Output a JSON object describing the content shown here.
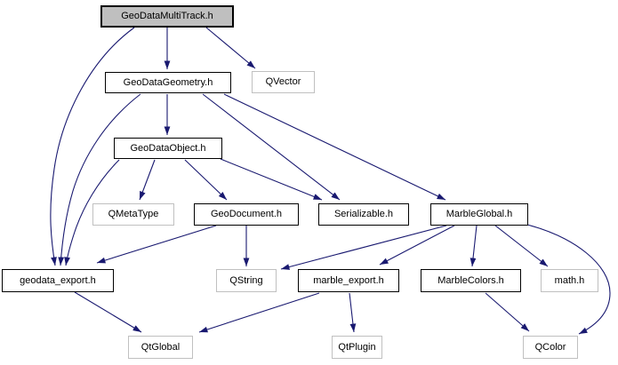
{
  "diagram": {
    "title": "GeoDataMultiTrack.h include dependency graph",
    "type": "doxygen-include-graph",
    "colors": {
      "edge": "#191970",
      "focus_fill": "#bfbfbf",
      "internal_border": "#000000",
      "external_border": "#c0c0c0",
      "background": "#ffffff",
      "text": "#000000"
    },
    "nodes": [
      {
        "id": "geodatamultitrack",
        "label": "GeoDataMultiTrack.h",
        "kind": "focus"
      },
      {
        "id": "geodatageometry",
        "label": "GeoDataGeometry.h",
        "kind": "internal"
      },
      {
        "id": "qvector",
        "label": "QVector",
        "kind": "external"
      },
      {
        "id": "geodataobject",
        "label": "GeoDataObject.h",
        "kind": "internal"
      },
      {
        "id": "qmetatype",
        "label": "QMetaType",
        "kind": "external"
      },
      {
        "id": "geodocument",
        "label": "GeoDocument.h",
        "kind": "internal"
      },
      {
        "id": "serializable",
        "label": "Serializable.h",
        "kind": "internal"
      },
      {
        "id": "marbleglobal",
        "label": "MarbleGlobal.h",
        "kind": "internal"
      },
      {
        "id": "geodata-export",
        "label": "geodata_export.h",
        "kind": "internal"
      },
      {
        "id": "qstring",
        "label": "QString",
        "kind": "external"
      },
      {
        "id": "marble-export",
        "label": "marble_export.h",
        "kind": "internal"
      },
      {
        "id": "marblecolors",
        "label": "MarbleColors.h",
        "kind": "internal"
      },
      {
        "id": "math-h",
        "label": "math.h",
        "kind": "external"
      },
      {
        "id": "qtglobal",
        "label": "QtGlobal",
        "kind": "external"
      },
      {
        "id": "qtplugin",
        "label": "QtPlugin",
        "kind": "external"
      },
      {
        "id": "qcolor",
        "label": "QColor",
        "kind": "external"
      }
    ],
    "edges": [
      {
        "from": "GeoDataMultiTrack.h",
        "to": "GeoDataGeometry.h"
      },
      {
        "from": "GeoDataMultiTrack.h",
        "to": "QVector"
      },
      {
        "from": "GeoDataMultiTrack.h",
        "to": "geodata_export.h"
      },
      {
        "from": "GeoDataGeometry.h",
        "to": "GeoDataObject.h"
      },
      {
        "from": "GeoDataGeometry.h",
        "to": "Serializable.h"
      },
      {
        "from": "GeoDataGeometry.h",
        "to": "MarbleGlobal.h"
      },
      {
        "from": "GeoDataGeometry.h",
        "to": "geodata_export.h"
      },
      {
        "from": "GeoDataObject.h",
        "to": "QMetaType"
      },
      {
        "from": "GeoDataObject.h",
        "to": "GeoDocument.h"
      },
      {
        "from": "GeoDataObject.h",
        "to": "Serializable.h"
      },
      {
        "from": "GeoDataObject.h",
        "to": "geodata_export.h"
      },
      {
        "from": "GeoDocument.h",
        "to": "geodata_export.h"
      },
      {
        "from": "GeoDocument.h",
        "to": "QString"
      },
      {
        "from": "MarbleGlobal.h",
        "to": "QString"
      },
      {
        "from": "MarbleGlobal.h",
        "to": "marble_export.h"
      },
      {
        "from": "MarbleGlobal.h",
        "to": "MarbleColors.h"
      },
      {
        "from": "MarbleGlobal.h",
        "to": "math.h"
      },
      {
        "from": "MarbleGlobal.h",
        "to": "QColor"
      },
      {
        "from": "geodata_export.h",
        "to": "QtGlobal"
      },
      {
        "from": "marble_export.h",
        "to": "QtGlobal"
      },
      {
        "from": "marble_export.h",
        "to": "QtPlugin"
      },
      {
        "from": "MarbleColors.h",
        "to": "QColor"
      }
    ]
  }
}
